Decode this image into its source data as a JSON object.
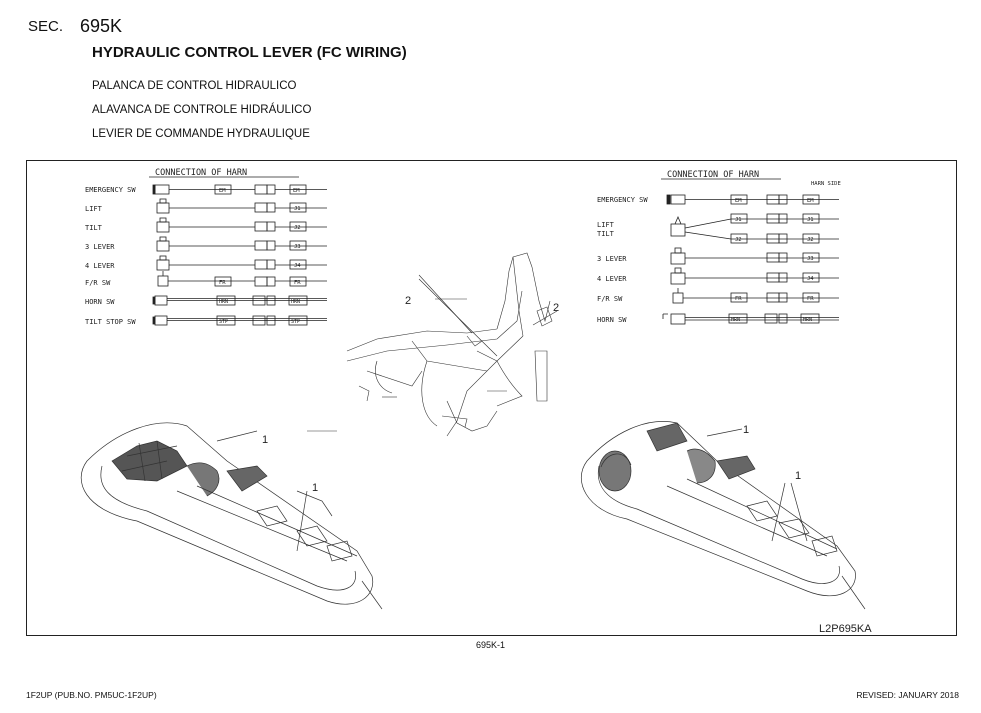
{
  "header": {
    "sec_label": "SEC.",
    "sec_number": "695K",
    "title": "HYDRAULIC CONTROL LEVER (FC WIRING)",
    "subtitles": [
      "PALANCA DE CONTROL HIDRAULICO",
      "ALAVANCA DE CONTROLE HIDRÁULICO",
      "LEVIER DE COMMANDE HYDRAULIQUE"
    ]
  },
  "left_table": {
    "heading": "CONNECTION OF HARN",
    "rows": [
      {
        "label": "EMERGENCY SW",
        "tag1": "EM",
        "tag2": "EM"
      },
      {
        "label": "LIFT",
        "tag1": "",
        "tag2": "J1"
      },
      {
        "label": "TILT",
        "tag1": "",
        "tag2": "J2"
      },
      {
        "label": "3 LEVER",
        "tag1": "",
        "tag2": "J3"
      },
      {
        "label": "4 LEVER",
        "tag1": "",
        "tag2": "J4"
      },
      {
        "label": "F/R SW",
        "tag1": "FR",
        "tag2": "FR"
      },
      {
        "label": "HORN SW",
        "tag1": "HRN",
        "tag2": "HRN"
      },
      {
        "label": "TILT STOP SW",
        "tag1": "STP",
        "tag2": "STP"
      }
    ]
  },
  "right_table": {
    "heading": "CONNECTION OF HARN",
    "side_note": "HARN SIDE",
    "rows": [
      {
        "label": "EMERGENCY SW",
        "tag1": "EM",
        "tag2": "EM"
      },
      {
        "label": "LIFT",
        "tag1": "J1",
        "tag2": "J1"
      },
      {
        "label": "TILT",
        "tag1": "J2",
        "tag2": "J2"
      },
      {
        "label": "3 LEVER",
        "tag1": "",
        "tag2": "J3"
      },
      {
        "label": "4 LEVER",
        "tag1": "",
        "tag2": "J4"
      },
      {
        "label": "F/R SW",
        "tag1": "FR",
        "tag2": "FR"
      },
      {
        "label": "HORN SW",
        "tag1": "HRN",
        "tag2": "HRN"
      }
    ]
  },
  "callouts": {
    "one": "1",
    "two": "2"
  },
  "drawing_code": "L2P695KA",
  "page_number": "695K-1",
  "footer": {
    "left": "1F2UP (PUB.NO. PM5UC-1F2UP)",
    "right": "REVISED: JANUARY 2018"
  }
}
